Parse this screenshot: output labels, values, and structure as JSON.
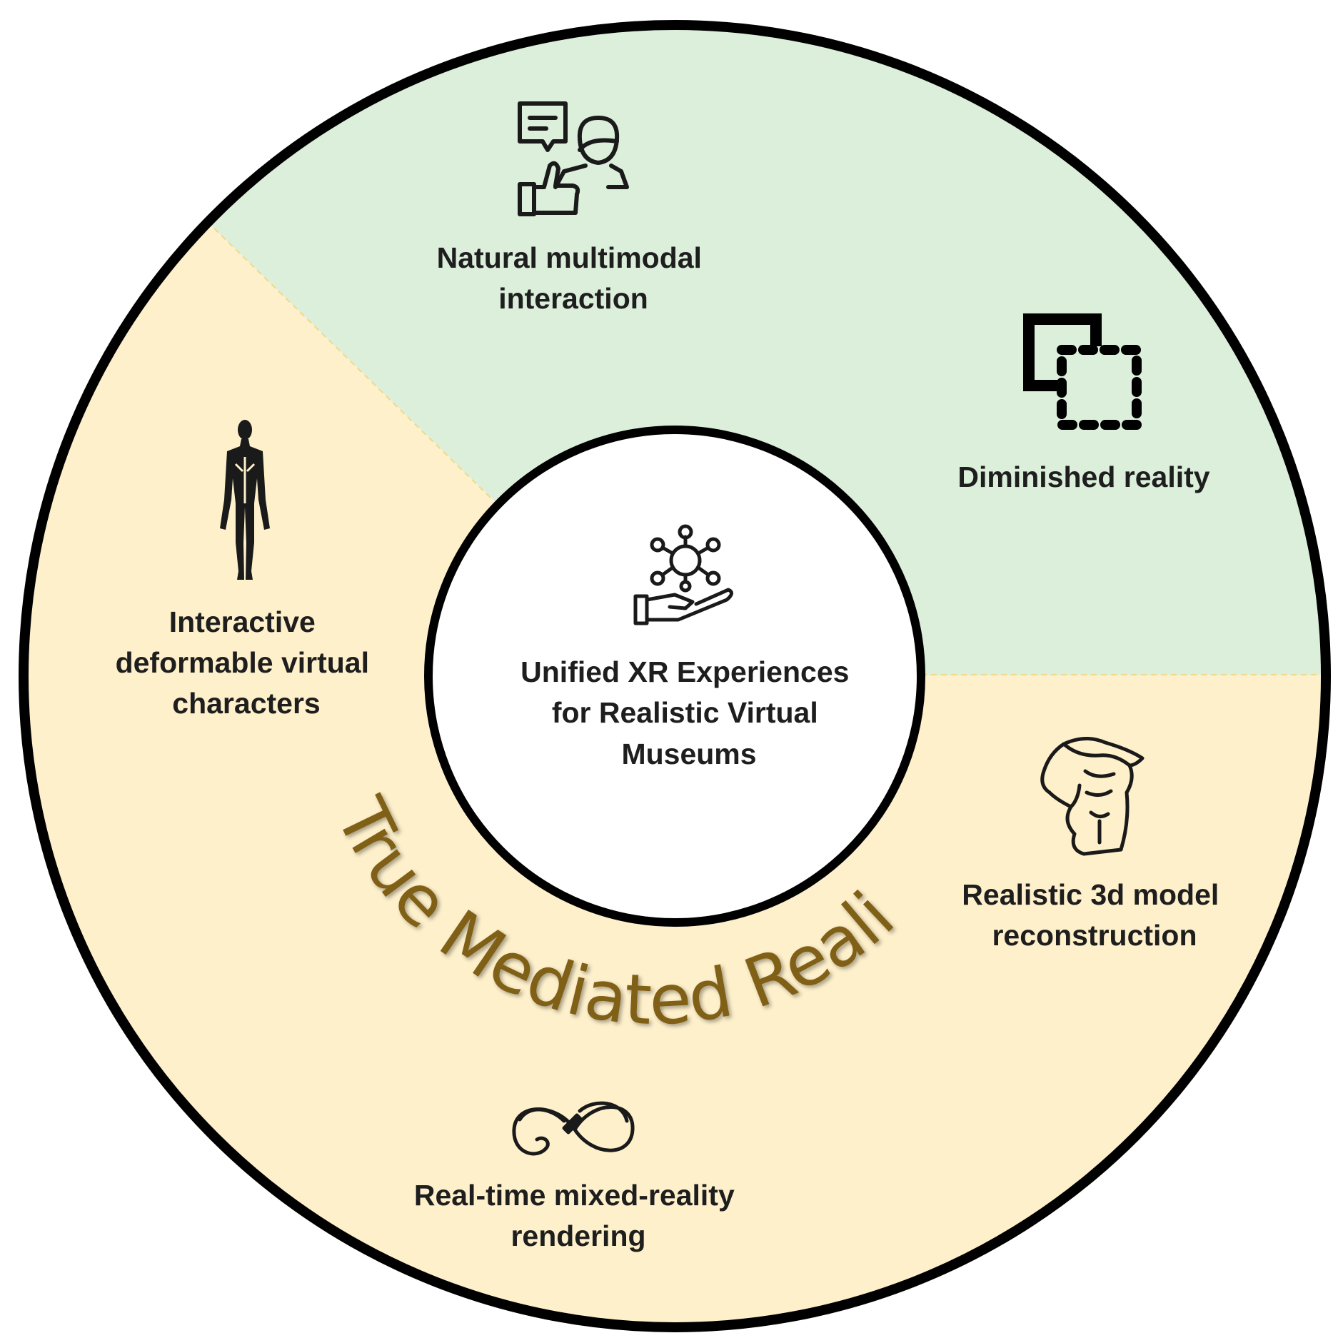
{
  "diagram": {
    "center_title": [
      "Unified XR Experiences",
      "for Realistic Virtual",
      "Museums"
    ],
    "arc_title": "True Mediated Reality",
    "nodes": [
      {
        "id": "multimodal",
        "icon": "conversation-thumbs-up-icon",
        "label": [
          "Natural multimodal",
          "interaction"
        ]
      },
      {
        "id": "diminished",
        "icon": "diminished-squares-icon",
        "label": [
          "Diminished reality"
        ]
      },
      {
        "id": "characters",
        "icon": "human-figure-icon",
        "label": [
          "Interactive",
          "deformable virtual",
          "characters"
        ]
      },
      {
        "id": "reconstruction",
        "icon": "statue-torso-icon",
        "label": [
          "Realistic 3d model",
          "reconstruction"
        ]
      },
      {
        "id": "rendering",
        "icon": "infinity-pen-icon",
        "label": [
          "Real-time mixed-reality",
          "rendering"
        ]
      }
    ],
    "colors": {
      "green_segment": "#dcefdb",
      "yellow_segment": "#fef0cb",
      "ring_outline": "#000000",
      "arc_title": "#806013",
      "label_text": "#1e1e1e"
    }
  }
}
